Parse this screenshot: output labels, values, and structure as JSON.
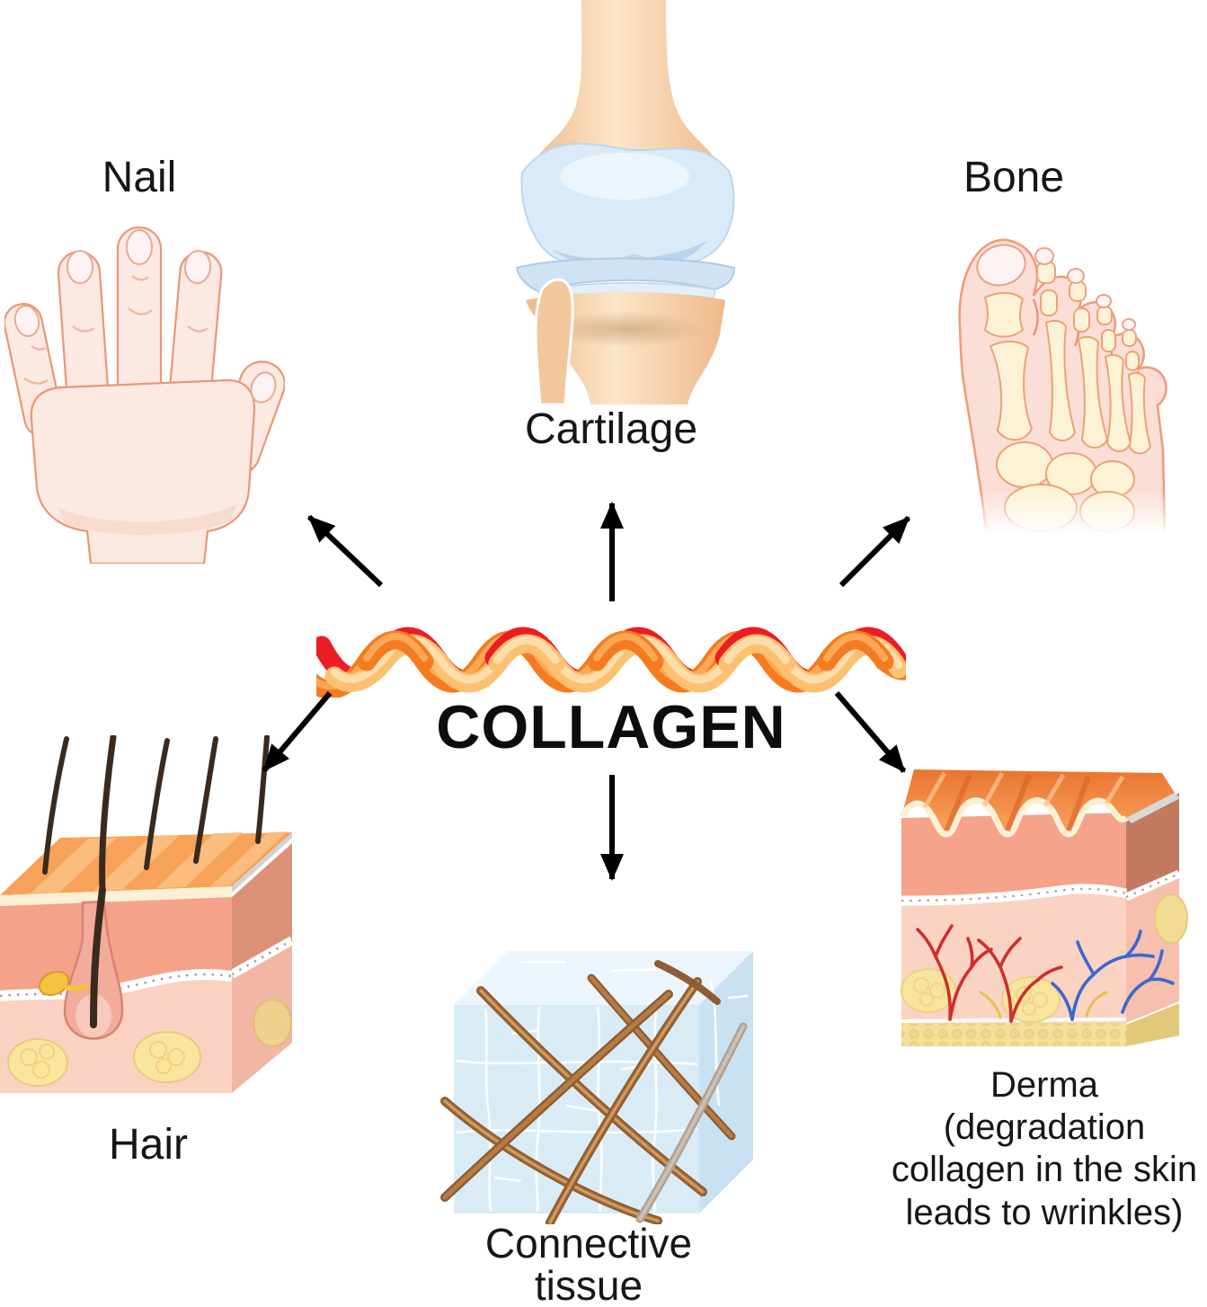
{
  "title": "COLLAGEN",
  "items": {
    "nail": {
      "label": "Nail"
    },
    "cartilage": {
      "label": "Cartilage"
    },
    "bone": {
      "label": "Bone"
    },
    "hair": {
      "label": "Hair"
    },
    "connective": {
      "label": "Connective\ntissue"
    },
    "derma": {
      "label": "Derma\n(degradation\ncollagen in the skin\nleads to wrinkles)"
    }
  },
  "icons": {
    "collagen_fiber": "braided-triple-helix-rope",
    "nail": "hand-with-fingernails",
    "cartilage": "knee-joint",
    "bone": "foot-bones",
    "hair": "skin-block-with-hair-follicle",
    "connective": "tissue-cube-with-fibers",
    "derma": "wrinkled-skin-block-with-vessels"
  },
  "colors": {
    "background": "#ffffff",
    "text": "#161616",
    "arrow": "#000000",
    "fiber_red": "#ec1c24",
    "fiber_orange": "#f47b20",
    "fiber_cream": "#fbc171",
    "skin_light": "#fce9e2",
    "skin_outline": "#ea9678",
    "bone_cream": "#fcf3d6",
    "cartilage_blue": "#d9eaf8",
    "epidermis_salmon": "#f5a38b",
    "dermis_pink": "#fbd2c2",
    "skin_top_orange": "#f8a159",
    "fat_yellow": "#fae59c",
    "vessel_red": "#ce2f2f",
    "vessel_blue": "#3c68ce",
    "connective_blue": "#d9ecf6",
    "fiber_brown": "#8f5d33"
  }
}
